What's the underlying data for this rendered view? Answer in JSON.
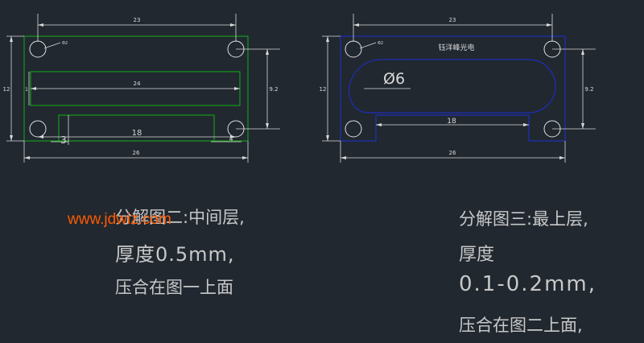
{
  "drawing_left": {
    "dim_top": "23",
    "dim_slot_width": "24",
    "dim_bottom_span": "18",
    "dim_overall": "26",
    "dim_height": "12",
    "dim_inner_height": "9.2",
    "dim_left_small": "3",
    "dim_right_small": "4",
    "dim_slot_height": "1",
    "hole_callout": "Φ2"
  },
  "drawing_right": {
    "dim_top": "23",
    "dim_bottom_span": "18",
    "dim_overall": "26",
    "dim_height": "12",
    "dim_inner_height": "9.2",
    "hole_label": "Ø6",
    "company_label": "钰洋峰光电",
    "hole_callout": "Φ2"
  },
  "watermark": "www.jdwiz.com",
  "note_left": {
    "line1": "分解图二:中间层,",
    "line2": "厚度0.5mm,",
    "line3": "压合在图一上面"
  },
  "note_right": {
    "line1": "分解图三:最上层,",
    "line2": "厚度",
    "line3": "0.1-0.2mm,",
    "line4": "压合在图二上面,"
  },
  "colors": {
    "background": "#212830",
    "outline_left": "#13b013",
    "outline_right": "#1e2fd6",
    "dimension": "#d9d9d9",
    "watermark": "#ff5a00"
  }
}
